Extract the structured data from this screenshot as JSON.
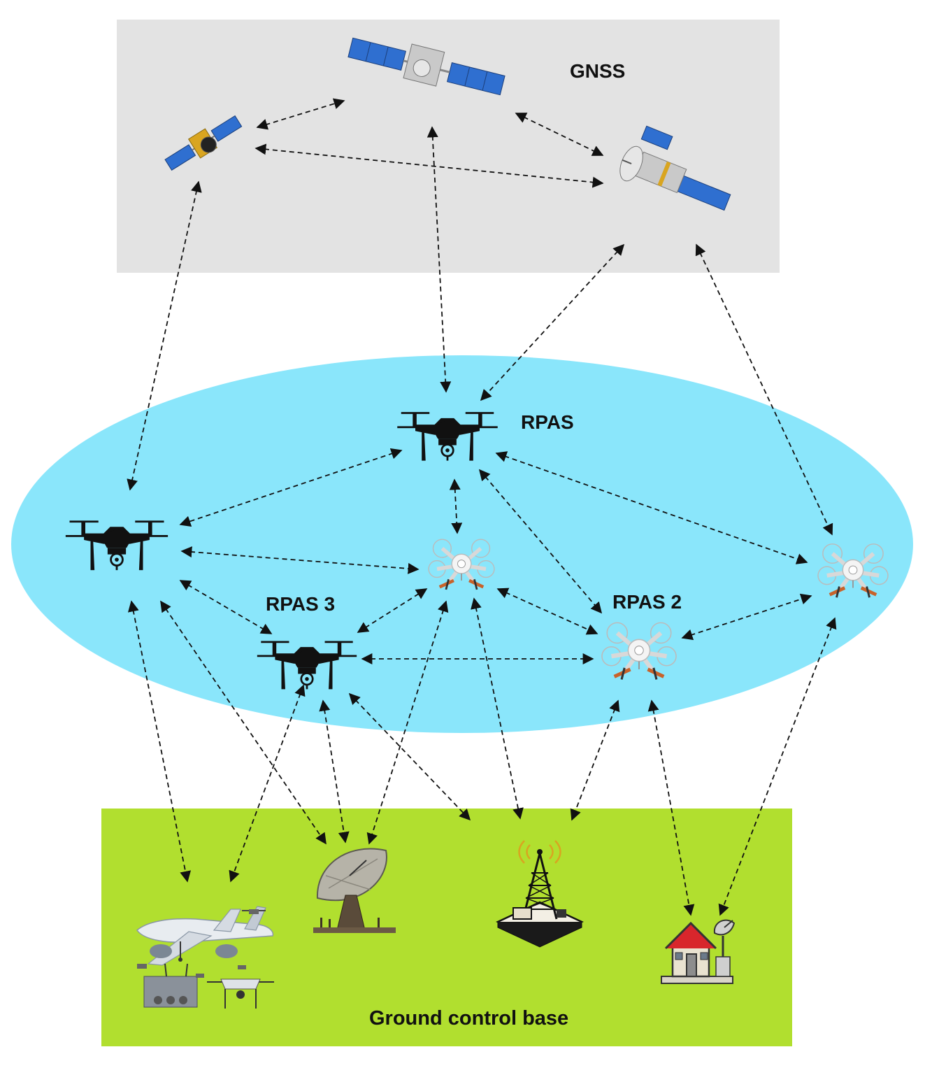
{
  "regions": {
    "gnss": {
      "label": "GNSS",
      "color": "#e3e3e3"
    },
    "rpas": {
      "label": "RPAS",
      "color": "#8ae6fb"
    },
    "ground": {
      "label": "Ground control base",
      "color": "#b1df2f"
    }
  },
  "node_labels": {
    "rpas3": "RPAS 3",
    "rpas2": "RPAS 2"
  },
  "icons": {
    "satellites": [
      "satellite-icon",
      "satellite-icon",
      "satellite-icon"
    ],
    "black_drones": [
      "quadcopter-drone-icon",
      "quadcopter-drone-icon",
      "quadcopter-drone-icon"
    ],
    "white_drones": [
      "hexacopter-drone-icon",
      "hexacopter-drone-icon",
      "hexacopter-drone-icon"
    ],
    "ground": [
      "aircraft-fleet-icon",
      "radar-dish-icon",
      "radio-tower-icon",
      "house-with-dish-icon"
    ]
  },
  "colors": {
    "arrow": "#111111",
    "solar_panel": "#2f6fd0",
    "satellite_body": "#c9c9c9",
    "gold_foil": "#d9a520",
    "drone_black": "#111111",
    "drone_white": "#f4f4f4",
    "propeller_orange": "#c8622a",
    "house_roof": "#d8262c"
  }
}
